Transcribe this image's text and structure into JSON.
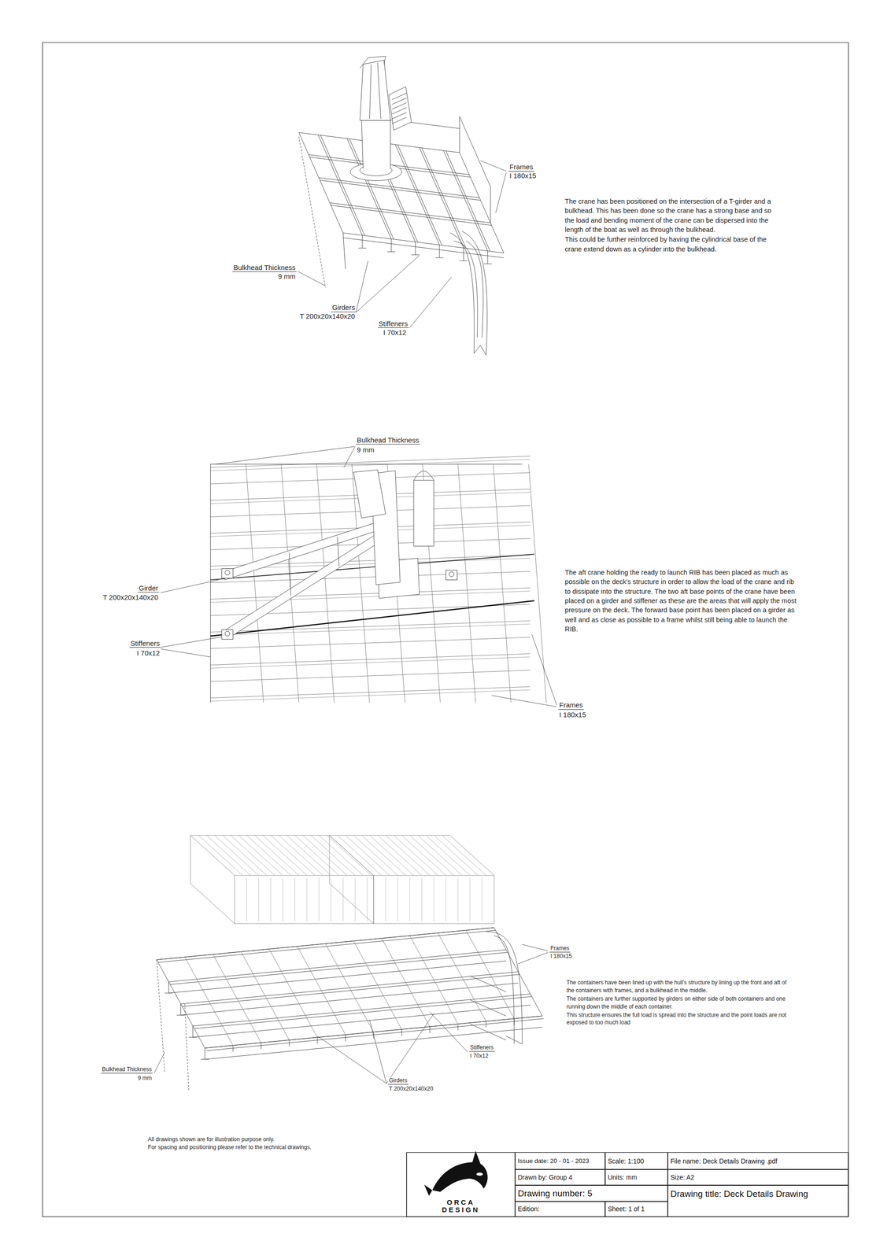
{
  "diagram": {
    "nodes": [
      {
        "text": [
          "ORCA DESIGN"
        ]
      },
      {
        "text": [
          "Issue date: 20 - 01 - 2023"
        ]
      },
      {
        "text": [
          "Scale: 1:100"
        ]
      },
      {
        "text": [
          "File name:  Deck Details Drawing .pdf"
        ]
      },
      {
        "text": [
          "Drawn by:  Group 4"
        ]
      },
      {
        "text": [
          "Units: mm"
        ]
      },
      {
        "text": [
          "Size: A2"
        ]
      },
      {
        "text": [
          "Drawing number:  5"
        ]
      },
      {
        "text": [
          "Drawing title:  Deck Details Drawing"
        ]
      },
      {
        "text": [
          "Edition:"
        ]
      },
      {
        "text": [
          "Sheet: 1 of 1"
        ]
      }
    ],
    "labels": [
      "Frames",
      "I  180x15",
      "Bulkhead Thickness",
      "9 mm",
      "Girders",
      "T  200x20x140x20",
      "Stiffeners",
      "I  70x12",
      "The crane has been positioned on the intersection of a T-girder and a bulkhead. This has been done so the crane has a strong base and so the load and bending moment of the crane can be dispersed into the length of the boat as well as through the bulkhead.",
      "This could be further reinforced by having the cylindrical base of the crane extend down as a cylinder into the bulkhead.",
      "Bulkhead Thickness",
      "9 mm",
      "Girder",
      "T  200x20x140x20",
      "Stiffeners",
      "I  70x12",
      "Frames",
      "I  180x15",
      "The aft crane holding the ready to launch RIB has been placed as much as possible on the deck's structure in order to allow the load of the crane and rib to dissipate into the structure. The two aft base points of the crane have been placed on a girder and stiffener as these are the areas that will apply the most pressure on the deck. The forward base point has been placed on a girder as well and as close as possible to a frame whilst still being able to launch the RIB.",
      "Frames",
      "I 180x15",
      "The containers have been lined up with the hull's structure by lining up the front and aft of the containers with frames, and a bulkhead in the middle.",
      "The containers are further supported by girders on either side of both containers and one running down the middle of each container.",
      "This structure ensures the full load is spread into the structure and the point loads are not exposed to too much load",
      "Stiffeners",
      "I 70x12",
      "Bulkhead Thickness",
      "9 mm",
      "Girders",
      "T 200x20x140x20",
      "All drawings shown are for illustration purpose only.",
      "For spacing and positioning please refer to the technical drawings."
    ]
  }
}
